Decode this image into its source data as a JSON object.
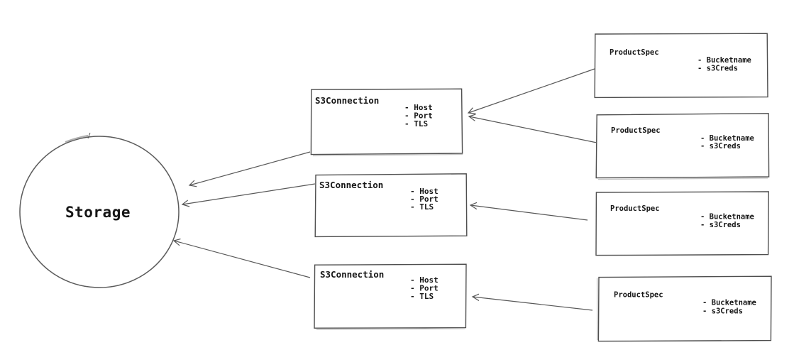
{
  "diagram": {
    "storage": {
      "label": "Storage"
    },
    "s3_connections": [
      {
        "title": "S3Connection",
        "attributes": [
          "- Host",
          "- Port",
          "- TLS"
        ]
      },
      {
        "title": "S3Connection",
        "attributes": [
          "- Host",
          "- Port",
          "- TLS"
        ]
      },
      {
        "title": "S3Connection",
        "attributes": [
          "- Host",
          "- Port",
          "- TLS"
        ]
      }
    ],
    "product_specs": [
      {
        "title": "ProductSpec",
        "attributes": [
          "- Bucketname",
          "- s3Creds"
        ]
      },
      {
        "title": "ProductSpec",
        "attributes": [
          "- Bucketname",
          "- s3Creds"
        ]
      },
      {
        "title": "ProductSpec",
        "attributes": [
          "- Bucketname",
          "- s3Creds"
        ]
      },
      {
        "title": "ProductSpec",
        "attributes": [
          "- Bucketname",
          "- s3Creds"
        ]
      }
    ],
    "connections": [
      {
        "from": "product-spec-1",
        "to": "s3-connection-1"
      },
      {
        "from": "product-spec-2",
        "to": "s3-connection-1"
      },
      {
        "from": "product-spec-3",
        "to": "s3-connection-2"
      },
      {
        "from": "product-spec-4",
        "to": "s3-connection-3"
      },
      {
        "from": "s3-connection-1",
        "to": "storage"
      },
      {
        "from": "s3-connection-2",
        "to": "storage"
      },
      {
        "from": "s3-connection-3",
        "to": "storage"
      }
    ],
    "colors": {
      "background": "#ffffff",
      "stroke": "#4e4e4e",
      "text": "#161616"
    }
  }
}
